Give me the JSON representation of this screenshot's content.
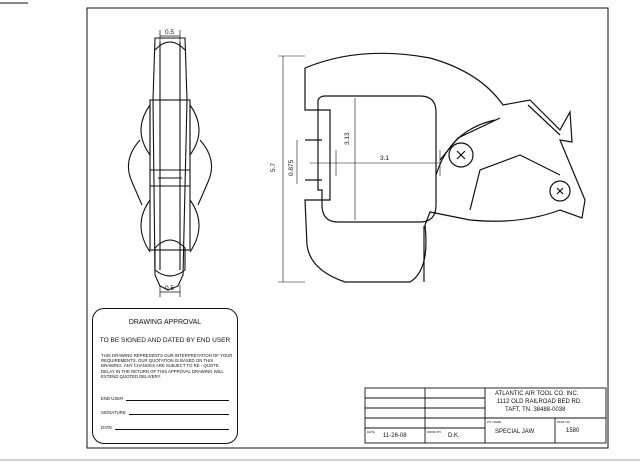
{
  "drawing": {
    "dims": {
      "top_width": "0.5",
      "bottom_width": "0.5",
      "overall_height": "5.7",
      "throat_height": "3.13",
      "gap": "0.875",
      "depth": "3.1"
    }
  },
  "approval": {
    "title": "DRAWING APPROVAL",
    "subtitle": "TO BE SIGNED AND DATED BY END USER",
    "body": "THIS DRAWING REPRESENTS OUR INTERPRETATION OF YOUR REQUIREMENTS. OUR QUOTATION IS BASED ON THIS DRAWING. ANY CHANGES ARE SUBJECT TO RE - QUOTE. DELAY IN THE RETURN OF THIS APPROVAL DRAWING WILL EXTEND QUOTED DELIVERY.",
    "end_user_label": "END USER",
    "signature_label": "SIGNATURE",
    "date_label": "DATE"
  },
  "title_block": {
    "company_line1": "ATLANTIC AIR TOOL CO. INC.",
    "company_line2": "1112 OLD RAILROAD BED RD.",
    "company_line3": "TAFT, TN. 38488-0038",
    "date_caption": "DATE",
    "date_value": "11-26-08",
    "drawn_caption": "DRWN BY",
    "drawn_value": "D.K.",
    "part_name_caption": "P/T NAME",
    "part_name": "SPECIAL JAW",
    "part_no_caption": "PART NO.",
    "part_no": "1580"
  }
}
